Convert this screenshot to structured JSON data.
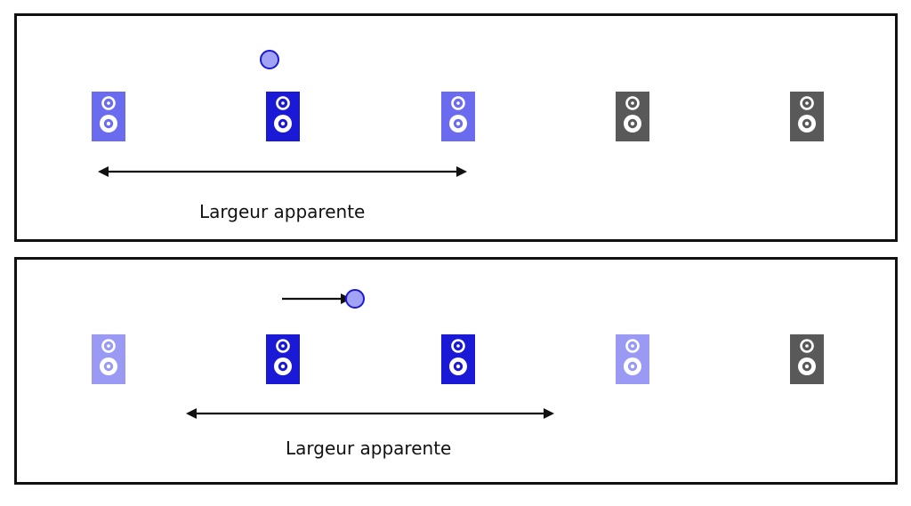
{
  "colors": {
    "full": "#1a1ad6",
    "medium": "#6b6bef",
    "light": "#9a9af4",
    "inactive": "#595959",
    "source_fill": "#a3a3f5",
    "source_stroke": "#1a1ad6",
    "arrow": "#111111"
  },
  "icons": {
    "speaker": "speaker-icon",
    "source": "source-dot-icon",
    "arrow": "double-arrow-icon"
  },
  "panels": [
    {
      "label": "Largeur apparente",
      "speakers": [
        "medium",
        "full",
        "medium",
        "inactive",
        "inactive"
      ],
      "source_moving": false
    },
    {
      "label": "Largeur apparente",
      "speakers": [
        "light",
        "full",
        "full",
        "light",
        "inactive"
      ],
      "source_moving": true
    }
  ]
}
